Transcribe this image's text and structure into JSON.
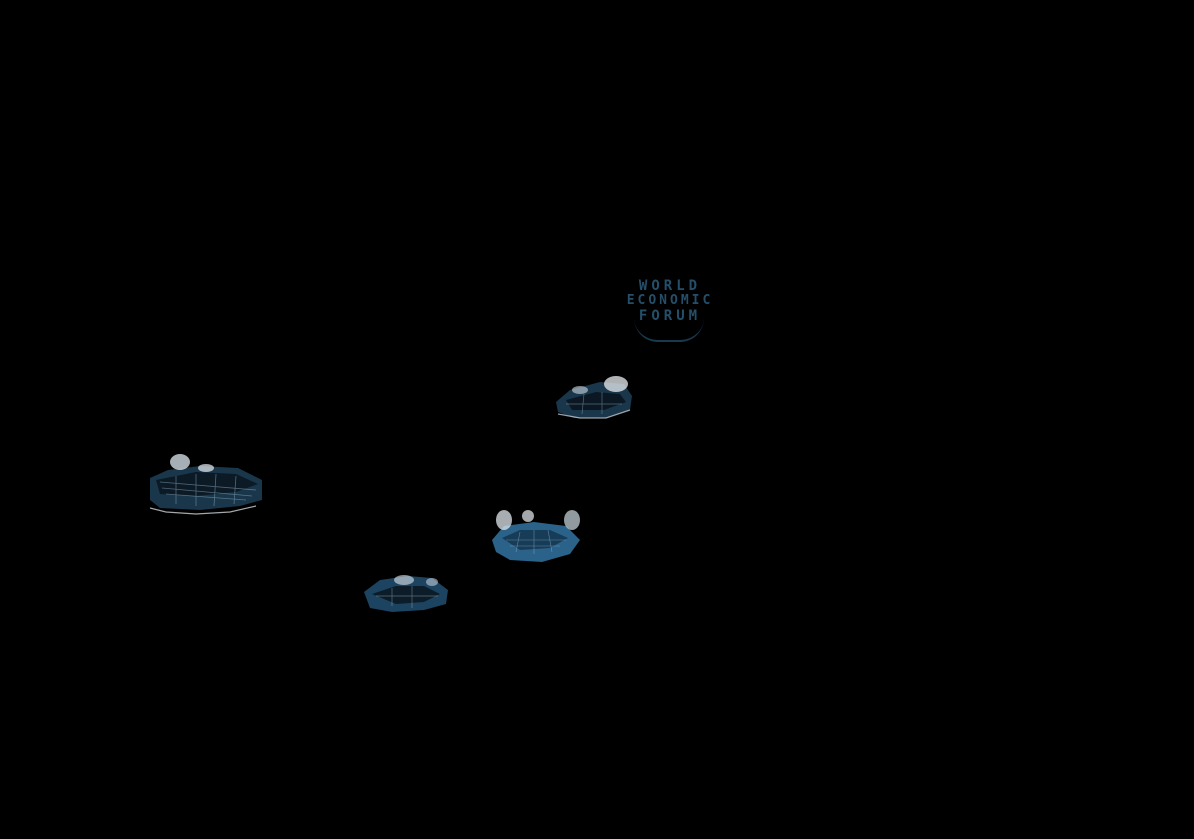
{
  "scene": {
    "background": "#000000",
    "accent": "#2f6d98",
    "highlight": "#e8eef2"
  },
  "logo": {
    "line1": "WORLD",
    "line2": "ECONOMIC",
    "line3": "FORUM"
  },
  "models": [
    {
      "name": "building-model-left"
    },
    {
      "name": "building-model-bottom"
    },
    {
      "name": "building-model-center"
    },
    {
      "name": "building-model-upper"
    }
  ]
}
